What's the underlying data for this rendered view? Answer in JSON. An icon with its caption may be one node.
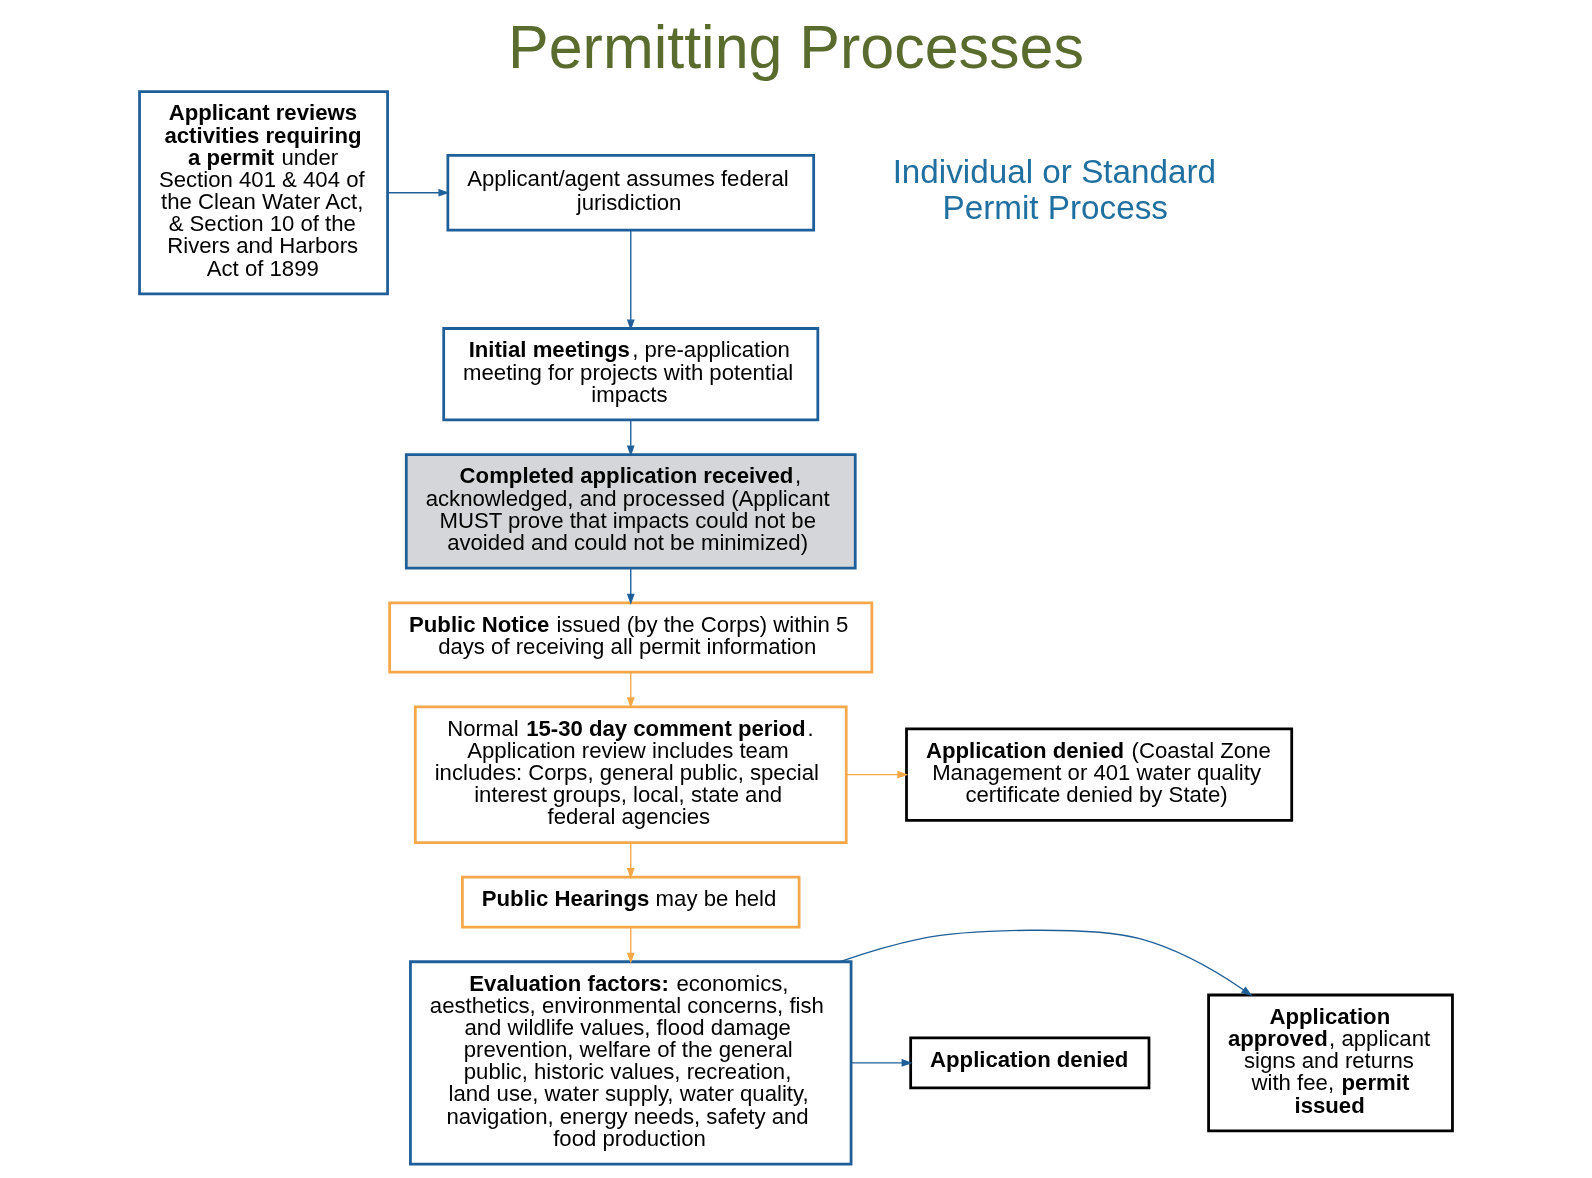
{
  "diagram": {
    "title": "Permitting Processes",
    "nodes": [
      {
        "text": [
          "**Applicant reviews activities requiring a permit** under Section 401 & 404 of the Clean Water Act, & Section 10 of the Rivers and Harbors Act of 1899"
        ]
      },
      {
        "text": [
          "Applicant/agent assumes federal jurisdiction"
        ]
      },
      {
        "text": [
          "**Initial meetings**, pre-application meeting for projects with potential impacts"
        ]
      },
      {
        "text": [
          "**Completed application received**, acknowledged, and processed (Applicant MUST prove that impacts could not be avoided and could not be minimized)"
        ]
      },
      {
        "text": [
          "**Public Notice** issued (by the Corps) within 5 days of receiving all permit information"
        ]
      },
      {
        "text": [
          "Normal **15-30 day comment period**. Application review includes team includes: Corps, general public, special interest groups, local, state and federal agencies"
        ]
      },
      {
        "text": [
          "**Application denied** (Coastal Zone Management or 401 water quality certificate denied by State)"
        ]
      },
      {
        "text": [
          "**Public Hearings** may be held"
        ]
      },
      {
        "text": [
          "**Evaluation factors:** economics, aesthetics, environmental concerns, fish and wildlife values, flood damage prevention, welfare of the general public, historic values, recreation, land use, water supply, water quality, navigation, energy needs, safety and food production"
        ]
      },
      {
        "text": [
          "**Application approved**, applicant signs and returns with fee, **permit issued**"
        ]
      },
      {
        "text": [
          "**Application denied**"
        ]
      }
    ],
    "edges": [
      {
        "from": 0,
        "to": 1,
        "arrow": "to"
      },
      {
        "from": 1,
        "to": 2,
        "arrow": "to"
      },
      {
        "from": 2,
        "to": 3,
        "arrow": "to"
      },
      {
        "from": 3,
        "to": 4,
        "arrow": "to"
      },
      {
        "from": 4,
        "to": 5,
        "arrow": "to",
        "color": "#f5a84a"
      },
      {
        "from": 5,
        "to": 6,
        "arrow": "to",
        "color": "#f5a84a"
      },
      {
        "from": 5,
        "to": 7,
        "arrow": "to",
        "color": "#f5a84a"
      },
      {
        "from": 7,
        "to": 8,
        "arrow": "to",
        "color": "#f5a84a"
      },
      {
        "from": 8,
        "to": 9,
        "arrow": "to"
      },
      {
        "from": 8,
        "to": 10,
        "arrow": "to"
      }
    ],
    "labels": [
      "Individual or Standard Permit Process"
    ]
  }
}
